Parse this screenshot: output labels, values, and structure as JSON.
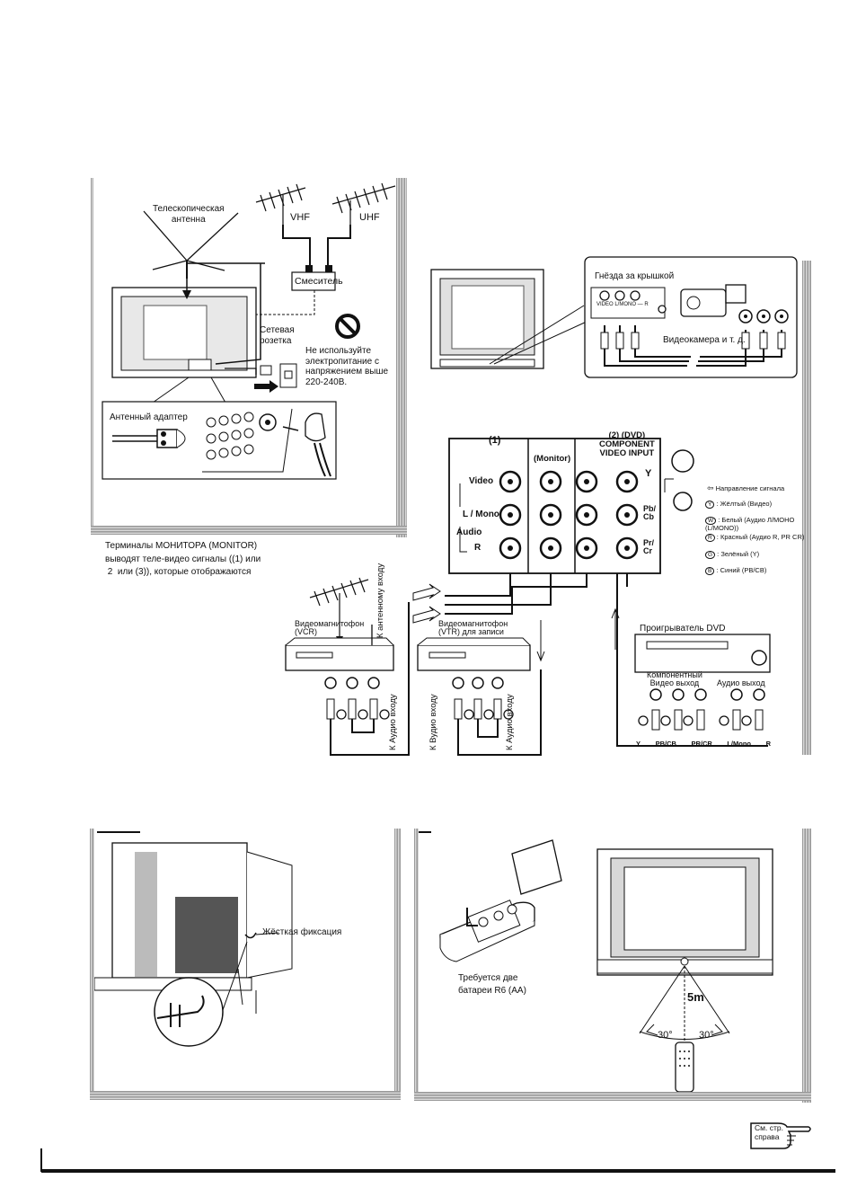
{
  "antenna_section": {
    "telescopic_antenna": "Телескопическая\nантенна",
    "vhf": "VHF",
    "uhf": "UHF",
    "mixer": "Смеситель",
    "power_outlet": "Сетевая\nрозетка",
    "power_warning": "Не используйте\nэлектропитание с\nнапряжением выше\n220-240В.",
    "antenna_adapter": "Антенный адаптер"
  },
  "camcorder_section": {
    "jacks_under_cover": "Гнёзда за крышкой",
    "jack_labels": "VIDEO  L/MONO — R",
    "camcorder": "Видеокамера и т. д."
  },
  "input_panel": {
    "col1_header": "(1)",
    "col2_header": "(Monitor)",
    "col3_header": "(2) (DVD)\nCOMPONENT\nVIDEO INPUT",
    "row_video": "Video",
    "row_lmono": "L / Mono",
    "row_audio": "Audio",
    "row_r": "R",
    "comp_y": "Y",
    "comp_pb": "Pb/\nCb",
    "comp_pr": "Pr/\nCr"
  },
  "legend": {
    "signal_direction": "Направление сигнала",
    "yellow": ": Жёлтый (Видео)",
    "white": ": Белый (Аудио Л/МОНО\n(L/MONO))",
    "red": ": Красный (Аудио R, PR CR)",
    "green": ": Зелёный (Y)",
    "blue": ": Синий (PB/CB)"
  },
  "monitor_note": "Терминалы МОНИТОРА (MONITOR)\nвыводят теле-видео сигналы ((1) или\n 2  или (3)), которые отображаются",
  "vcr_section": {
    "vcr": "Видеомагнитофон\n(VCR)",
    "vtr": "Видеомагнитофон\n(VTR) для записи",
    "to_antenna_input": "К антенному входу",
    "to_audio_input": "К Аудио входу",
    "to_video_input": "К Вудио входу",
    "to_audio_input2": "К Аудио входу"
  },
  "dvd_section": {
    "dvd_player": "Проигрыватель DVD",
    "component_out": "Компонентный\nВидео выход",
    "audio_out": "Аудио выход",
    "bottom_labels": [
      "Y",
      "PB/CB",
      "PR/CR",
      "L/Mono",
      "R"
    ]
  },
  "bottom_left": {
    "fixation": "Жёсткая фиксация"
  },
  "bottom_right": {
    "batteries": "Требуется две\nбатареи R6 (AA)",
    "distance": "5m",
    "angle_left": "30°",
    "angle_right": "30°"
  },
  "see_next_page": "См. стр.\nсправа"
}
